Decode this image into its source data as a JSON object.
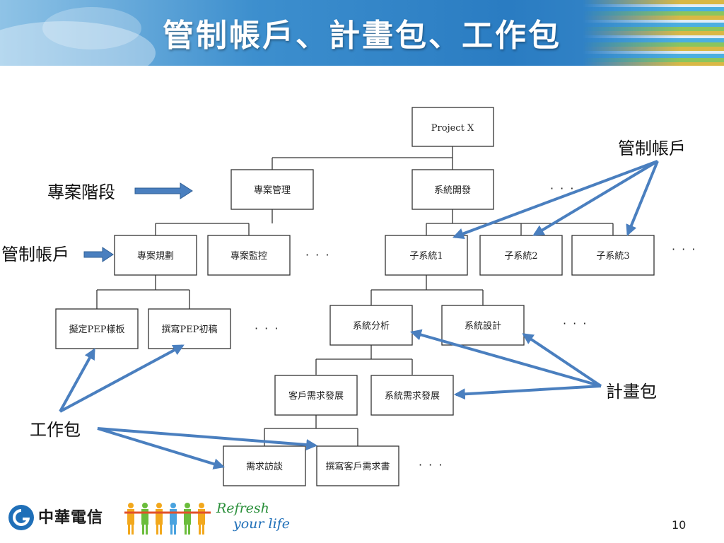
{
  "slide": {
    "title": "管制帳戶、計畫包、工作包",
    "page_number": "10"
  },
  "footer": {
    "company": "中華電信",
    "slogan_line1": "Refresh",
    "slogan_line2": "your life"
  },
  "diagram": {
    "ellipsis": "· · ·",
    "nodes": {
      "project_x": "Project X",
      "pm": "專案管理",
      "sysdev": "系統開發",
      "planning": "專案規劃",
      "monitoring": "專案監控",
      "sub1": "子系統1",
      "sub2": "子系統2",
      "sub3": "子系統3",
      "pep_template": "擬定PEP樣板",
      "pep_draft": "撰寫PEP初稿",
      "analysis": "系統分析",
      "design": "系統設計",
      "cust_req": "客戶需求發展",
      "sys_req": "系統需求發展",
      "interview": "需求訪談",
      "write_req": "撰寫客戶需求書"
    },
    "annotations": {
      "project_phase": "專案階段",
      "control_account_left": "管制帳戶",
      "control_account_right": "管制帳戶",
      "planning_package": "計畫包",
      "work_package": "工作包"
    },
    "colors": {
      "arrow": "#4a7fbf"
    }
  }
}
